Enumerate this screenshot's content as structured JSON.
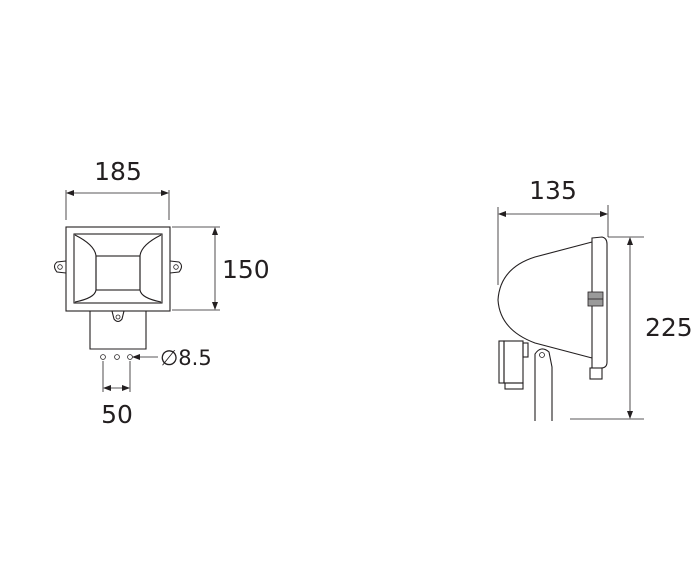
{
  "drawing": {
    "front_view": {
      "width_label": "185",
      "height_label": "150",
      "hole_spacing_label": "50",
      "hole_diameter_label": "∅8.5"
    },
    "side_view": {
      "depth_label": "135",
      "total_height_label": "225"
    },
    "colors": {
      "line": "#231f20",
      "background": "#ffffff"
    }
  }
}
